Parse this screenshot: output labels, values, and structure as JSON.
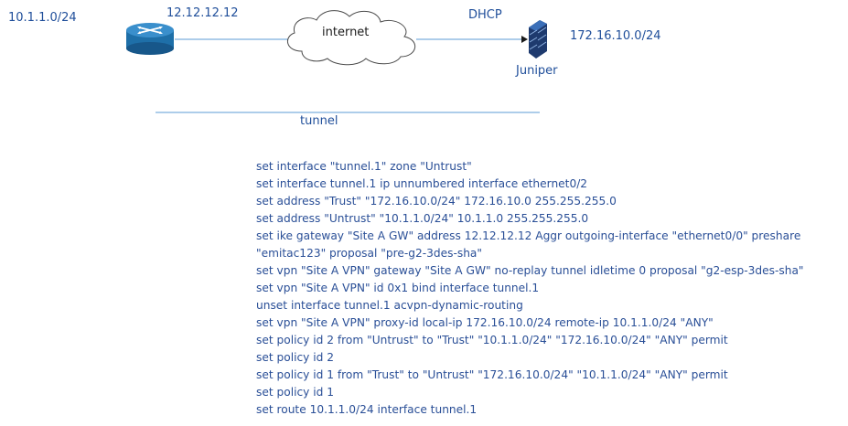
{
  "labels": {
    "left_subnet": "10.1.1.0/24",
    "router_ip": "12.12.12.12",
    "cloud": "internet",
    "dhcp": "DHCP",
    "right_subnet": "172.16.10.0/24",
    "firewall": "Juniper",
    "tunnel": "tunnel"
  },
  "config_lines": [
    "set interface \"tunnel.1\" zone \"Untrust\"",
    "set interface tunnel.1 ip unnumbered interface ethernet0/2",
    "set address \"Trust\" \"172.16.10.0/24\" 172.16.10.0 255.255.255.0",
    "set address \"Untrust\" \"10.1.1.0/24\" 10.1.1.0 255.255.255.0",
    "set ike gateway \"Site A GW\" address 12.12.12.12 Aggr outgoing-interface \"ethernet0/0\" preshare",
    "\"emitac123\" proposal \"pre-g2-3des-sha\"",
    "set vpn \"Site A VPN\" gateway \"Site A GW\" no-replay tunnel idletime 0 proposal \"g2-esp-3des-sha\"",
    "set vpn \"Site A VPN\" id 0x1 bind interface tunnel.1",
    "unset interface tunnel.1 acvpn-dynamic-routing",
    "set vpn \"Site A VPN\" proxy-id local-ip 172.16.10.0/24 remote-ip 10.1.1.0/24 \"ANY\"",
    "set policy id 2 from \"Untrust\" to \"Trust\"  \"10.1.1.0/24\" \"172.16.10.0/24\" \"ANY\" permit",
    "set policy id 2",
    "set policy id 1 from \"Trust\" to \"Untrust\"  \"172.16.10.0/24\" \"10.1.1.0/24\" \"ANY\" permit",
    "set policy id 1",
    "set route 10.1.1.0/24 interface tunnel.1"
  ],
  "colors": {
    "router": "#1e6fa8",
    "links": "#5b9bd5",
    "text": "#2a4f97"
  }
}
